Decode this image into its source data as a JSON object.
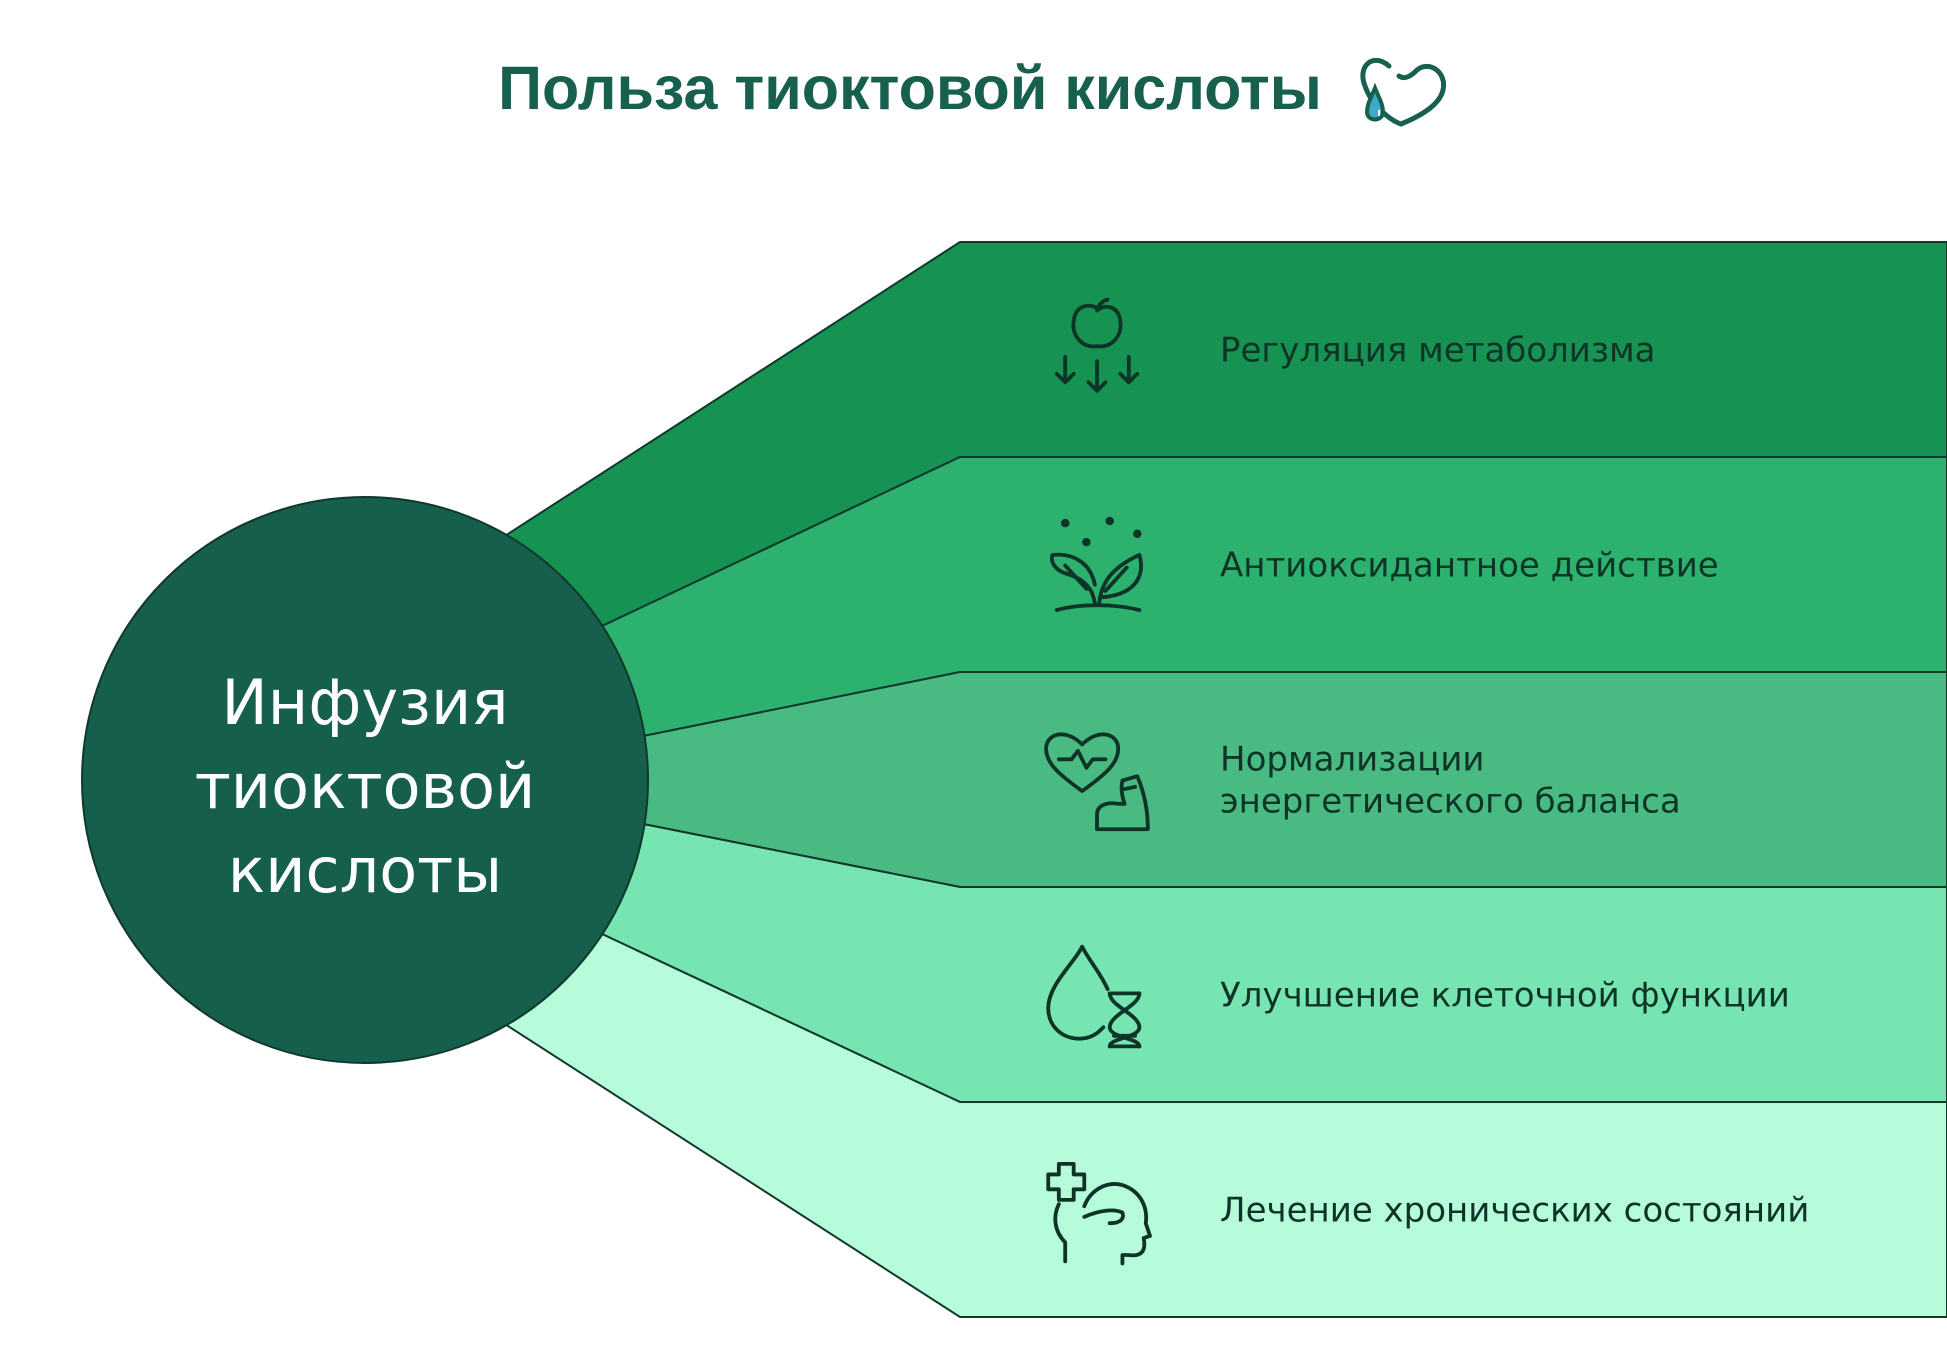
{
  "title": "Польза тиоктовой кислоты",
  "hub": {
    "lines": [
      "Инфузия",
      "тиоктовой",
      "кислоты"
    ],
    "color": "#155f4c"
  },
  "benefits": [
    {
      "icon": "apple-arrows-icon",
      "lines": [
        "Регуляция метаболизма"
      ],
      "color": "#169252"
    },
    {
      "icon": "sprout-icon",
      "lines": [
        "Антиоксидантное действие"
      ],
      "color": "#2db16e"
    },
    {
      "icon": "heart-muscle-icon",
      "lines": [
        "Нормализации",
        "энергетического баланса"
      ],
      "color": "#4aba83"
    },
    {
      "icon": "drop-dna-icon",
      "lines": [
        "Улучшение клеточной функции"
      ],
      "color": "#76e5b1"
    },
    {
      "icon": "head-medical-icon",
      "lines": [
        "Лечение хронических состояний"
      ],
      "color": "#b6fcdb"
    }
  ],
  "colors": {
    "title": "#17604d",
    "outline": "#10392b",
    "logo_drop": "#3fa9c9"
  }
}
